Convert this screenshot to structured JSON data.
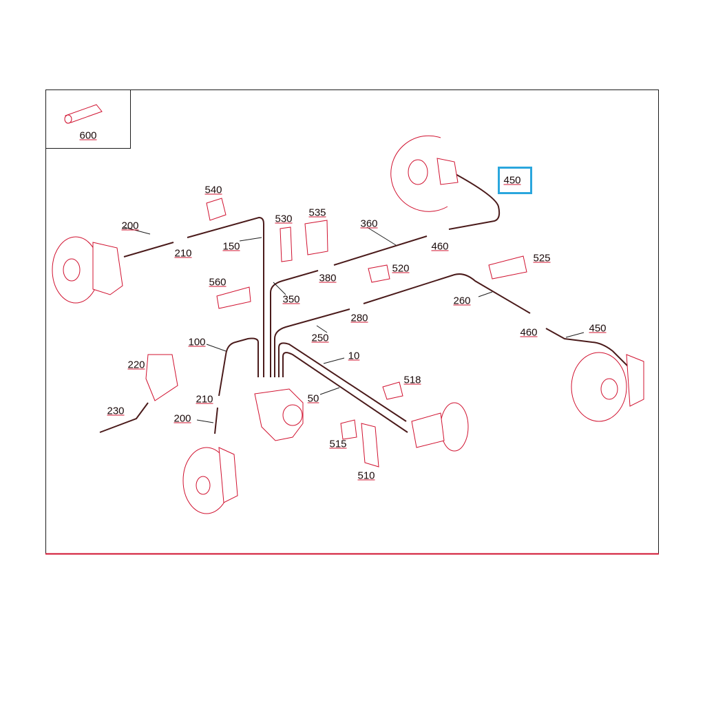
{
  "colors": {
    "frame": "#1a1a1a",
    "frame_bottom": "#d0102e",
    "parts": "#d0102e",
    "pipes": "#4a1a1a",
    "highlight": "#2aa6dd"
  },
  "inset": {
    "label": "600"
  },
  "highlighted_label": "450",
  "labels": {
    "l540": "540",
    "l200a": "200",
    "l210a": "210",
    "l150": "150",
    "l530": "530",
    "l535": "535",
    "l360": "360",
    "l460a": "460",
    "l450a": "450",
    "l525": "525",
    "l520": "520",
    "l380": "380",
    "l350": "350",
    "l560": "560",
    "l260": "260",
    "l280": "280",
    "l250": "250",
    "l460b": "460",
    "l450b": "450",
    "l100": "100",
    "l10": "10",
    "l220": "220",
    "l518": "518",
    "l210b": "210",
    "l50": "50",
    "l230": "230",
    "l200b": "200",
    "l515": "515",
    "l510": "510"
  }
}
